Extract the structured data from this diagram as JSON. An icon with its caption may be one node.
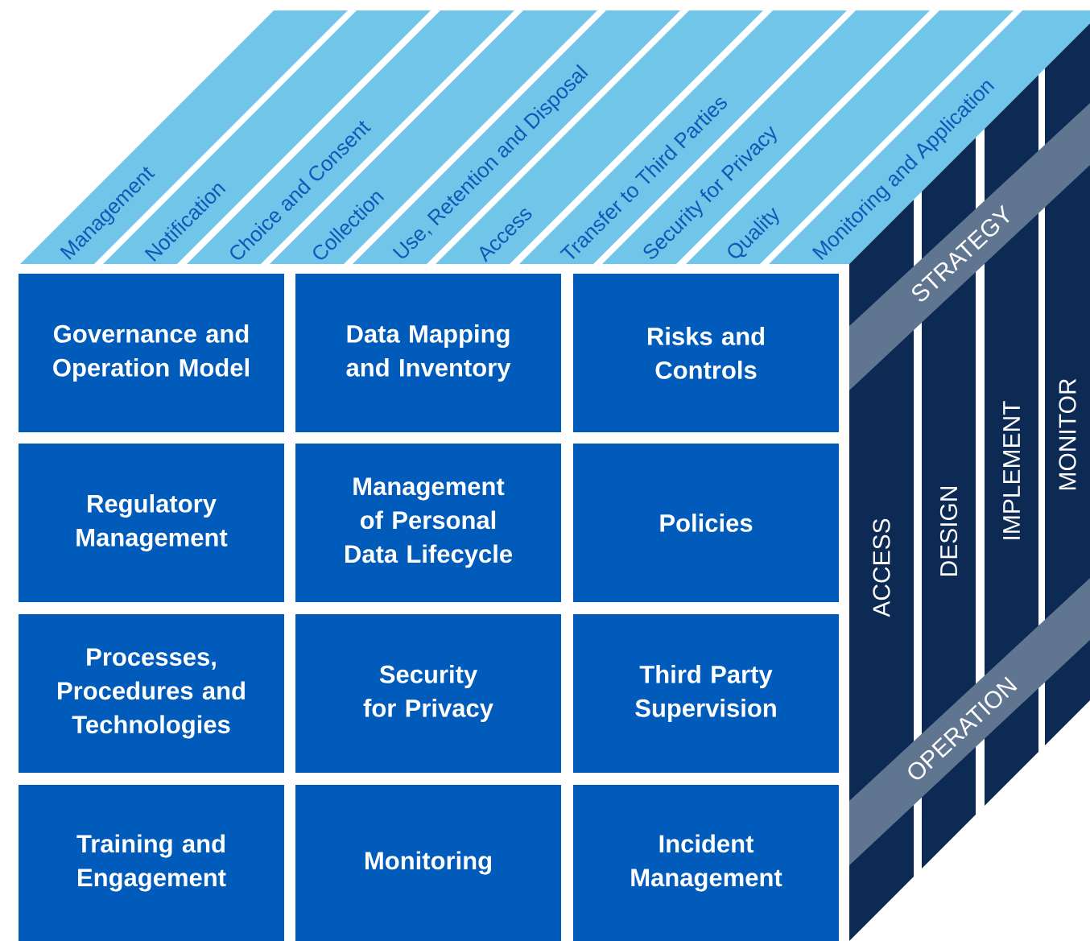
{
  "diagram": {
    "nodes": [
      {
        "text": [
          "Management"
        ]
      },
      {
        "text": [
          "Notification"
        ]
      },
      {
        "text": [
          "Choice and Consent"
        ]
      },
      {
        "text": [
          "Collection"
        ]
      },
      {
        "text": [
          "Use, Retention and Disposal"
        ]
      },
      {
        "text": [
          "Access"
        ]
      },
      {
        "text": [
          "Transfer to Third Parties"
        ]
      },
      {
        "text": [
          "Security for Privacy"
        ]
      },
      {
        "text": [
          "Quality"
        ]
      },
      {
        "text": [
          "Monitoring and Application"
        ]
      },
      {
        "text": [
          "Governance and Operation Model"
        ]
      },
      {
        "text": [
          "Data Mapping and Inventory"
        ]
      },
      {
        "text": [
          "Risks and Controls"
        ]
      },
      {
        "text": [
          "Regulatory Management"
        ]
      },
      {
        "text": [
          "Management of Personal Data Lifecycle"
        ]
      },
      {
        "text": [
          "Policies"
        ]
      },
      {
        "text": [
          "Processes, Procedures and Technologies"
        ]
      },
      {
        "text": [
          "Security for Privacy"
        ]
      },
      {
        "text": [
          "Third Party Supervision"
        ]
      },
      {
        "text": [
          "Training and Engagement"
        ]
      },
      {
        "text": [
          "Monitoring"
        ]
      },
      {
        "text": [
          "Incident Management"
        ]
      },
      {
        "text": [
          "ACCESS"
        ]
      },
      {
        "text": [
          "DESIGN"
        ]
      },
      {
        "text": [
          "IMPLEMENT"
        ]
      },
      {
        "text": [
          "MONITOR"
        ]
      },
      {
        "text": [
          "STRATEGY"
        ]
      },
      {
        "text": [
          "OPERATION"
        ]
      }
    ]
  }
}
